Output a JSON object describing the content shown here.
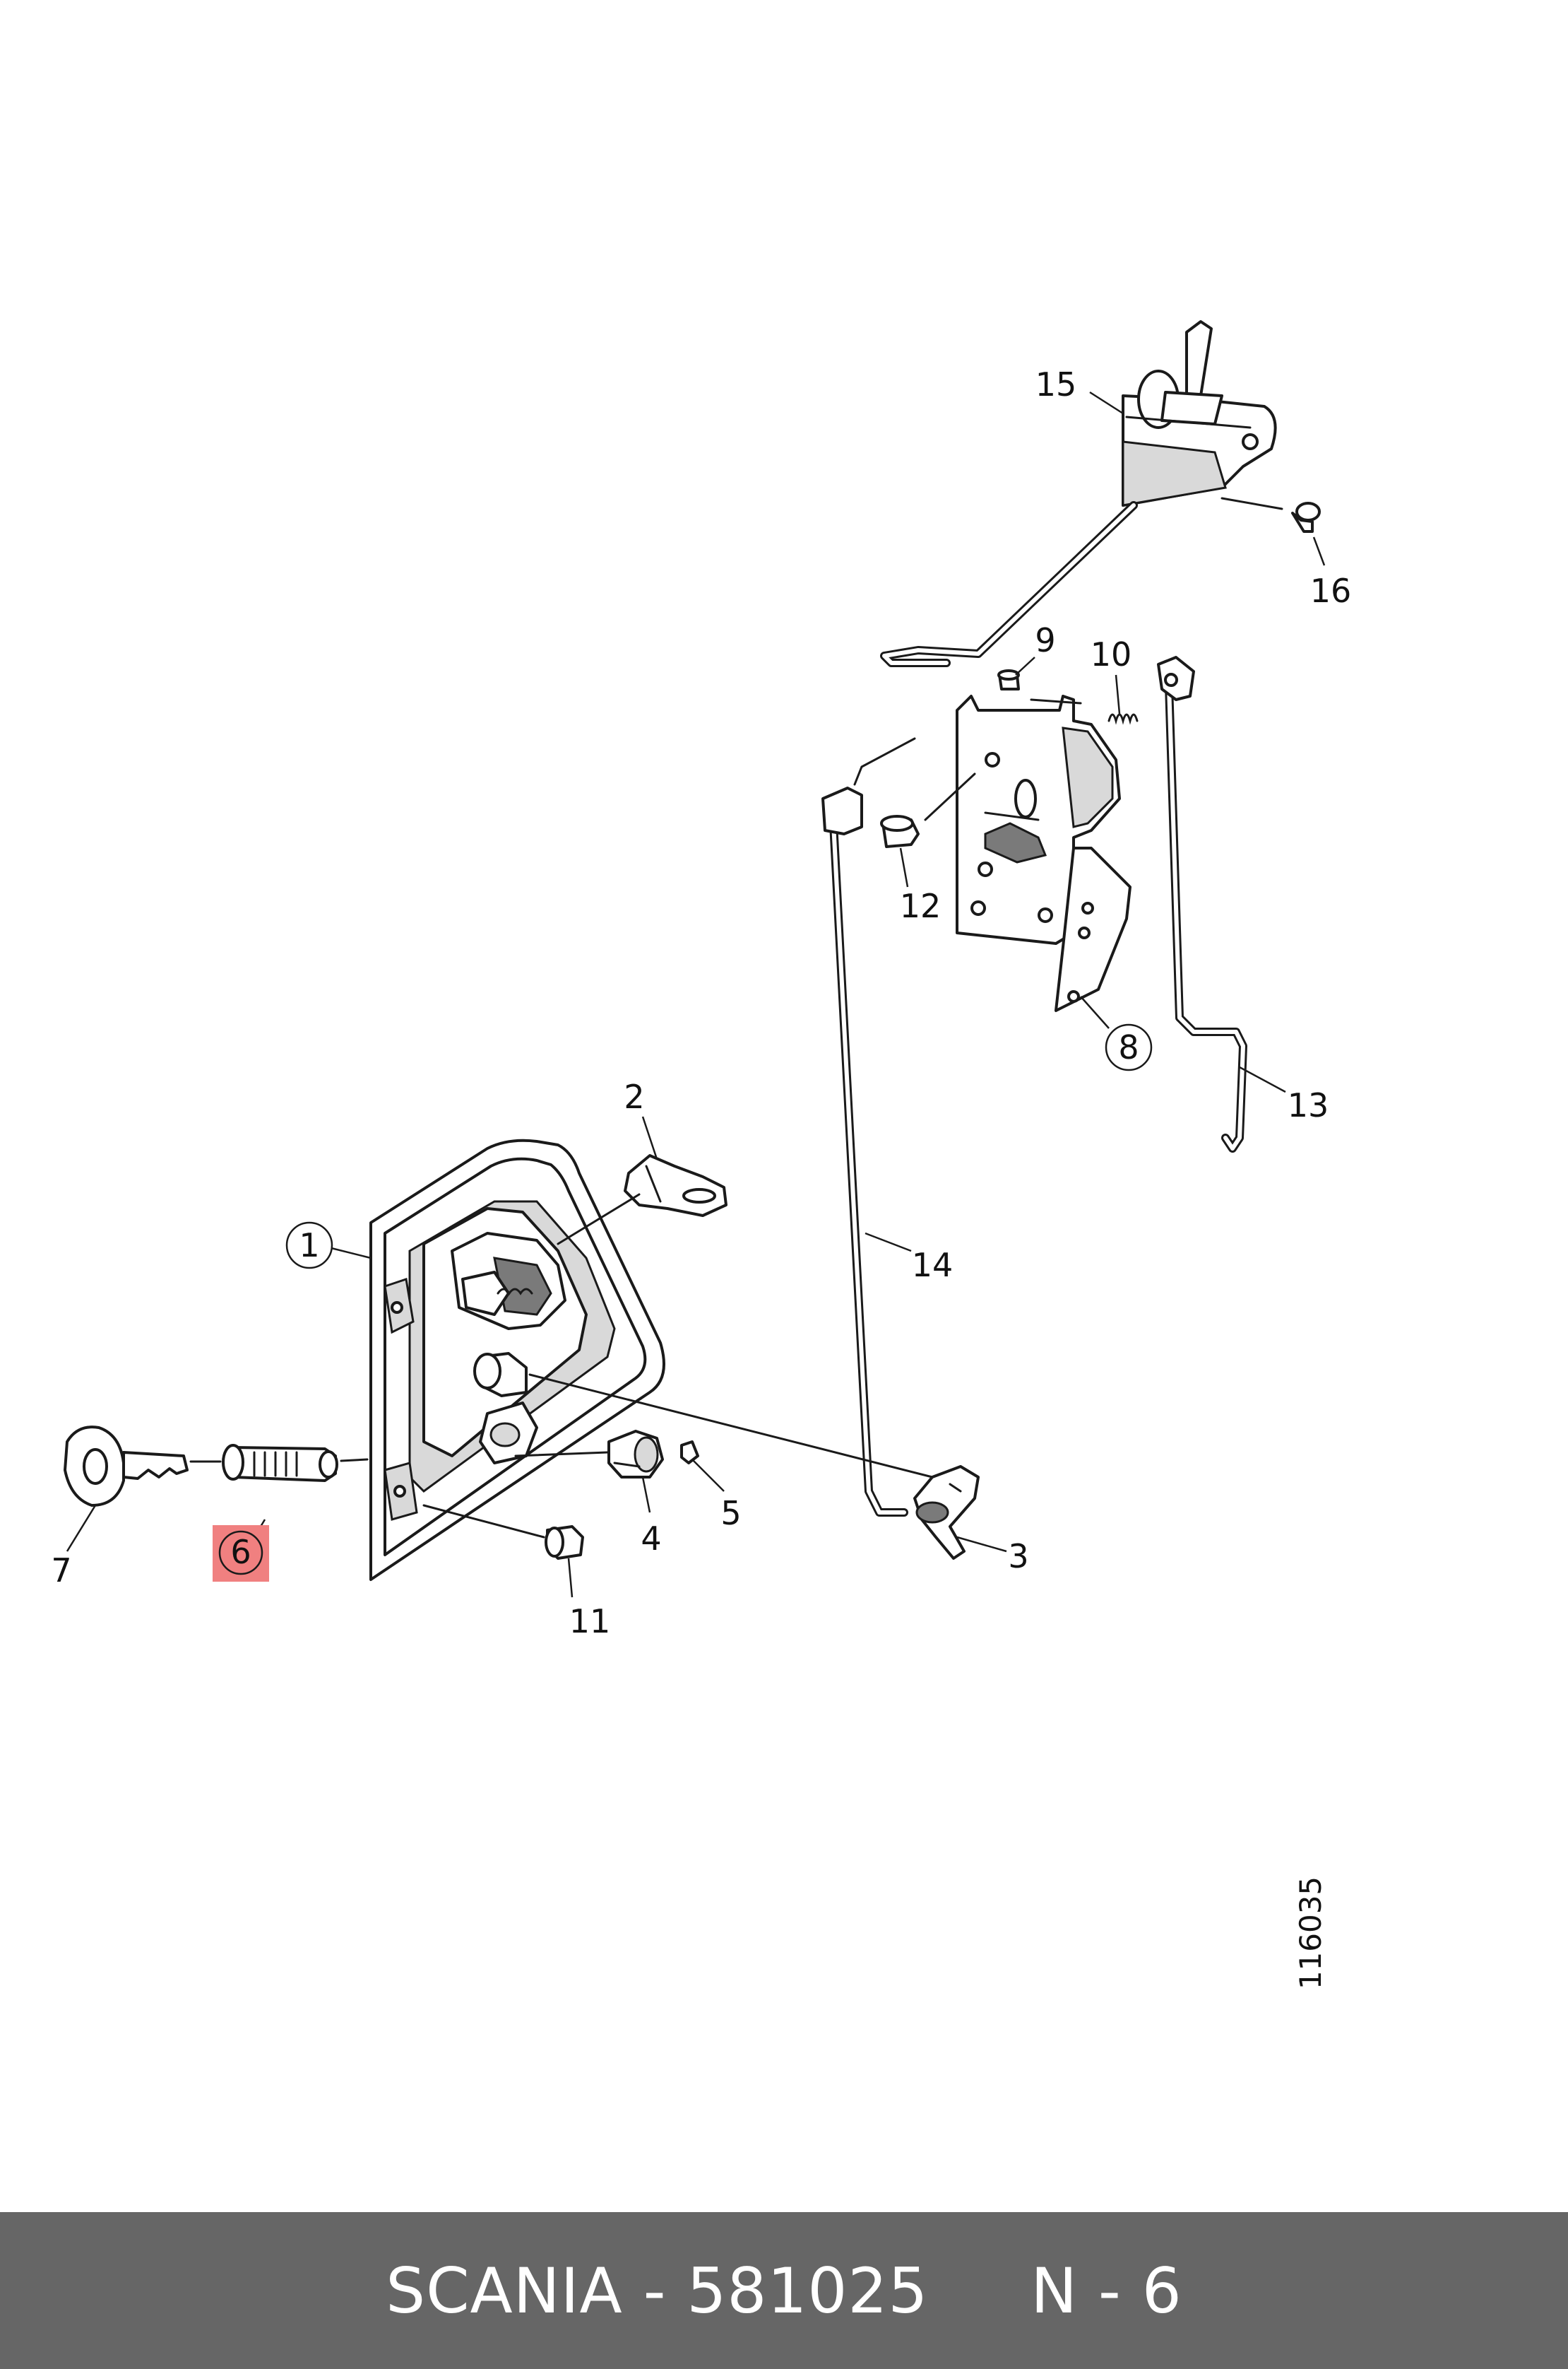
{
  "callouts": {
    "c1": "1",
    "c2": "2",
    "c3": "3",
    "c4": "4",
    "c5": "5",
    "c6": "6",
    "c7": "7",
    "c8": "8",
    "c9": "9",
    "c10": "10",
    "c11": "11",
    "c12": "12",
    "c13": "13",
    "c14": "14",
    "c15": "15",
    "c16": "16"
  },
  "drawing_number": "116035",
  "highlight_color": "#f08080",
  "footer": {
    "brand": "SCANIA",
    "part_number": "581025",
    "reference": "N - 6",
    "background": "#666666"
  }
}
